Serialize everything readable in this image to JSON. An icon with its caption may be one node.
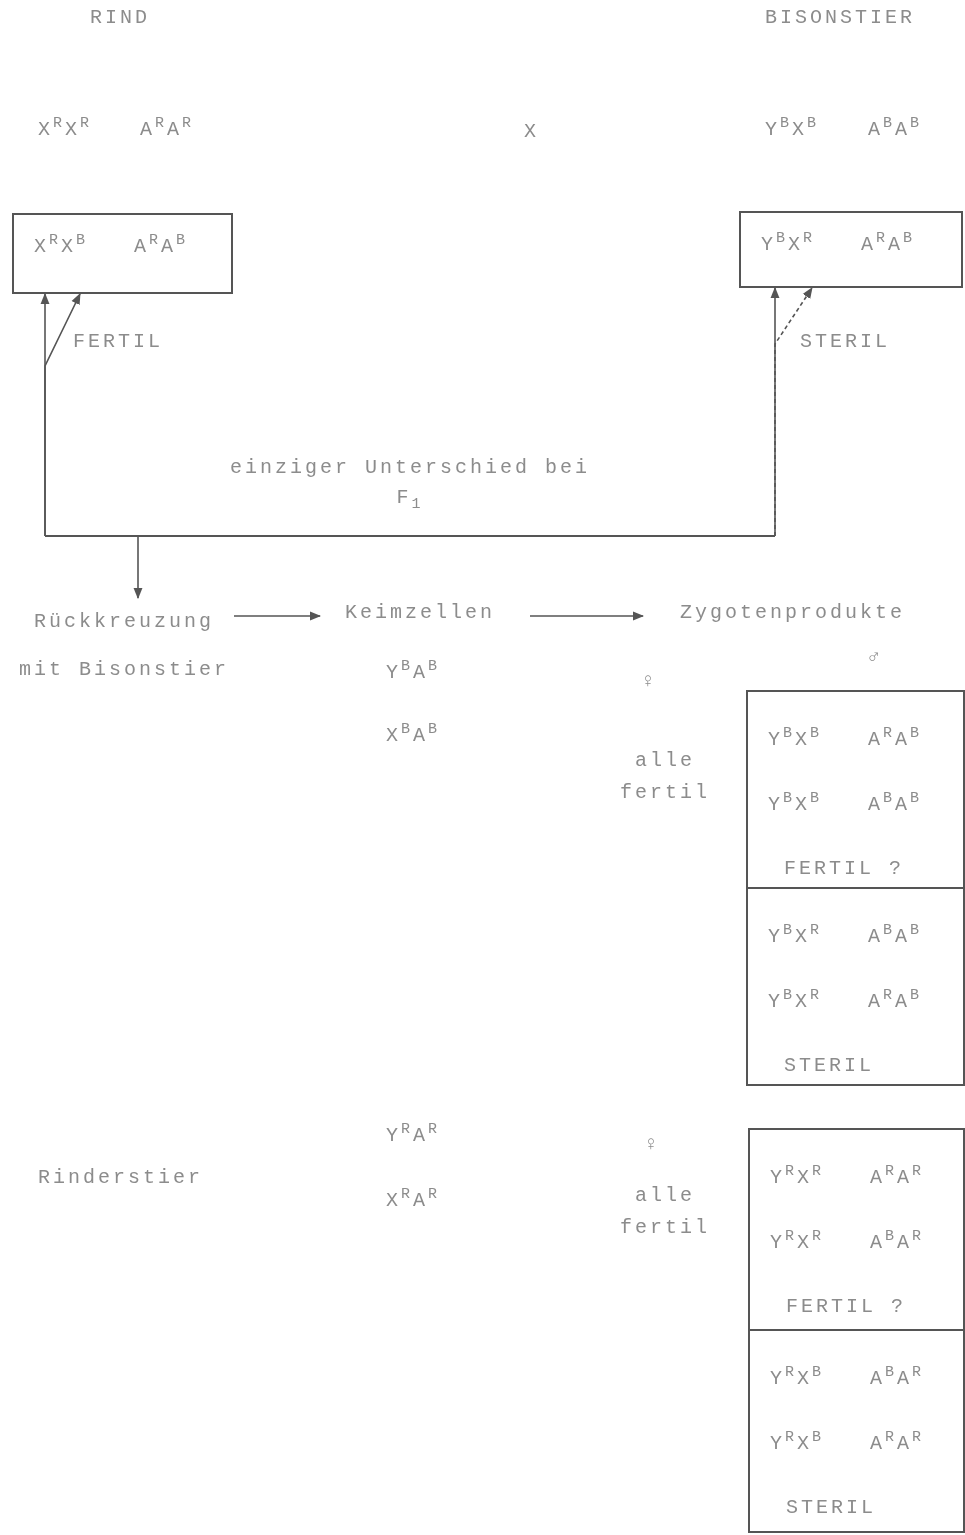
{
  "diagram": {
    "nodes": [
      {
        "text": [
          "X$^{R}$X$^{B}$",
          "A$^{R}$A$^{B}$"
        ],
        "beside": [
          "FERTIL"
        ]
      },
      {
        "text": [
          "Y$^{B}$X$^{R}$",
          "A$^{R}$A$^{B}$"
        ],
        "beside": [
          "STERIL"
        ]
      },
      {
        "text": [
          "einziger Unterschied bei F$_{1}$"
        ]
      },
      {
        "text": [
          "Rückkreuzung mit Bisonstier"
        ]
      },
      {
        "text": [
          "Keimzellen"
        ]
      },
      {
        "text": [
          "Zygotenprodukte"
        ]
      },
      {
        "text": [
          "Y$^{B}$X$^{B}$",
          "A$^{R}$A$^{B}$",
          "Y$^{B}$X$^{B}$",
          "A$^{B}$A$^{B}$",
          "FERTIL ?"
        ]
      },
      {
        "text": [
          "Y$^{B}$X$^{R}$",
          "A$^{B}$A$^{B}$",
          "Y$^{B}$X$^{R}$",
          "A$^{R}$A$^{B}$",
          "STERIL"
        ]
      },
      {
        "text": [
          "Y$^{R}$X$^{R}$",
          "A$^{R}$A$^{R}$",
          "Y$^{R}$X$^{R}$",
          "A$^{B}$A$^{R}$",
          "FERTIL ?"
        ]
      },
      {
        "text": [
          "Y$^{R}$X$^{B}$",
          "A$^{B}$A$^{R}$",
          "Y$^{R}$X$^{B}$",
          "A$^{R}$A$^{R}$",
          "STERIL"
        ]
      }
    ],
    "edges": [
      {
        "from": 2,
        "to": 0,
        "arrow": "to"
      },
      {
        "from": 2,
        "to": 0,
        "arrow": "to"
      },
      {
        "from": 2,
        "to": 1,
        "arrow": "to"
      },
      {
        "from": 2,
        "to": 1,
        "arrow": "to",
        "style": "dashed"
      },
      {
        "from": 2,
        "to": 3,
        "arrow": "to"
      },
      {
        "from": 3,
        "to": 4,
        "arrow": "to"
      },
      {
        "from": 4,
        "to": 5,
        "arrow": "to"
      }
    ],
    "labels": [
      "RIND",
      "BISONSTIER",
      "X$^{R}$X$^{R}$",
      "A$^{R}$A$^{R}$",
      "X",
      "Y$^{B}$X$^{B}$",
      "A$^{B}$A$^{B}$",
      "♂",
      "Y$^{B}$A$^{B}$",
      "♀",
      "X$^{B}$A$^{B}$",
      "alle fertil",
      "Y$^{R}$A$^{R}$",
      "♀",
      "Rinderstier",
      "X$^{R}$A$^{R}$",
      "alle fertil"
    ]
  }
}
